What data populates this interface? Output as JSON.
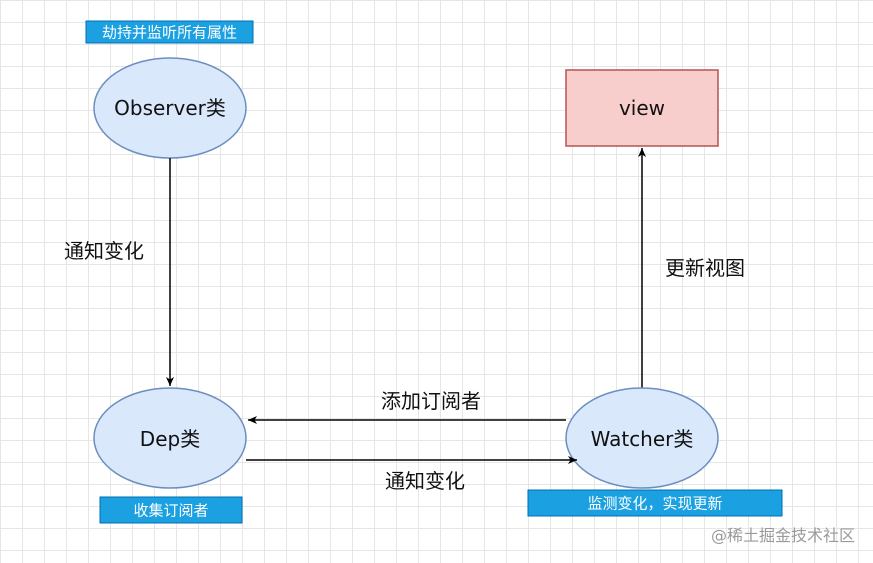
{
  "nodes": {
    "observer": "Observer类",
    "dep": "Dep类",
    "watcher": "Watcher类",
    "view": "view"
  },
  "tags": {
    "observer": "劫持并监听所有属性",
    "dep": "收集订阅者",
    "watcher": "监测变化，实现更新"
  },
  "edges": {
    "observer_to_dep": "通知变化",
    "watcher_to_dep": "添加订阅者",
    "dep_to_watcher": "通知变化",
    "watcher_to_view": "更新视图"
  },
  "watermark": "@稀土掘金技术社区",
  "colors": {
    "ellipse_fill": "#dae8fc",
    "ellipse_stroke": "#6c8ebf",
    "view_fill": "#f8cecc",
    "view_stroke": "#b85450",
    "tag_fill": "#1ba1e2"
  }
}
